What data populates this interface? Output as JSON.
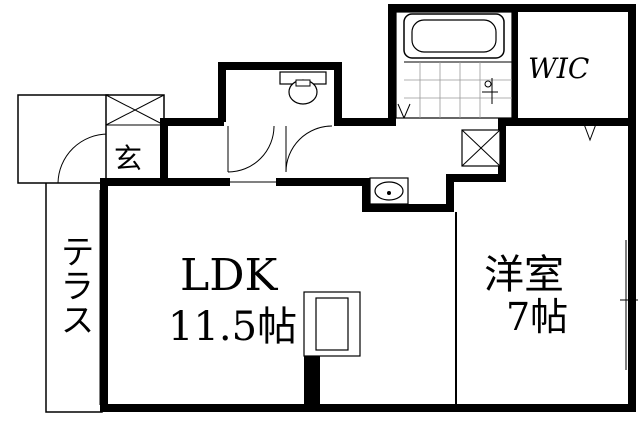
{
  "rooms": {
    "ldk": {
      "name": "LDK",
      "size": "11.5帖"
    },
    "bedroom": {
      "name": "洋室",
      "size": "7帖"
    },
    "wic": {
      "name": "WIC"
    },
    "entrance": {
      "name": "玄"
    },
    "terrace": {
      "name": "テラス"
    }
  },
  "colors": {
    "wall": "#000000",
    "fill": "#ffffff",
    "line": "#000000",
    "tile": "#bbbbbb"
  }
}
